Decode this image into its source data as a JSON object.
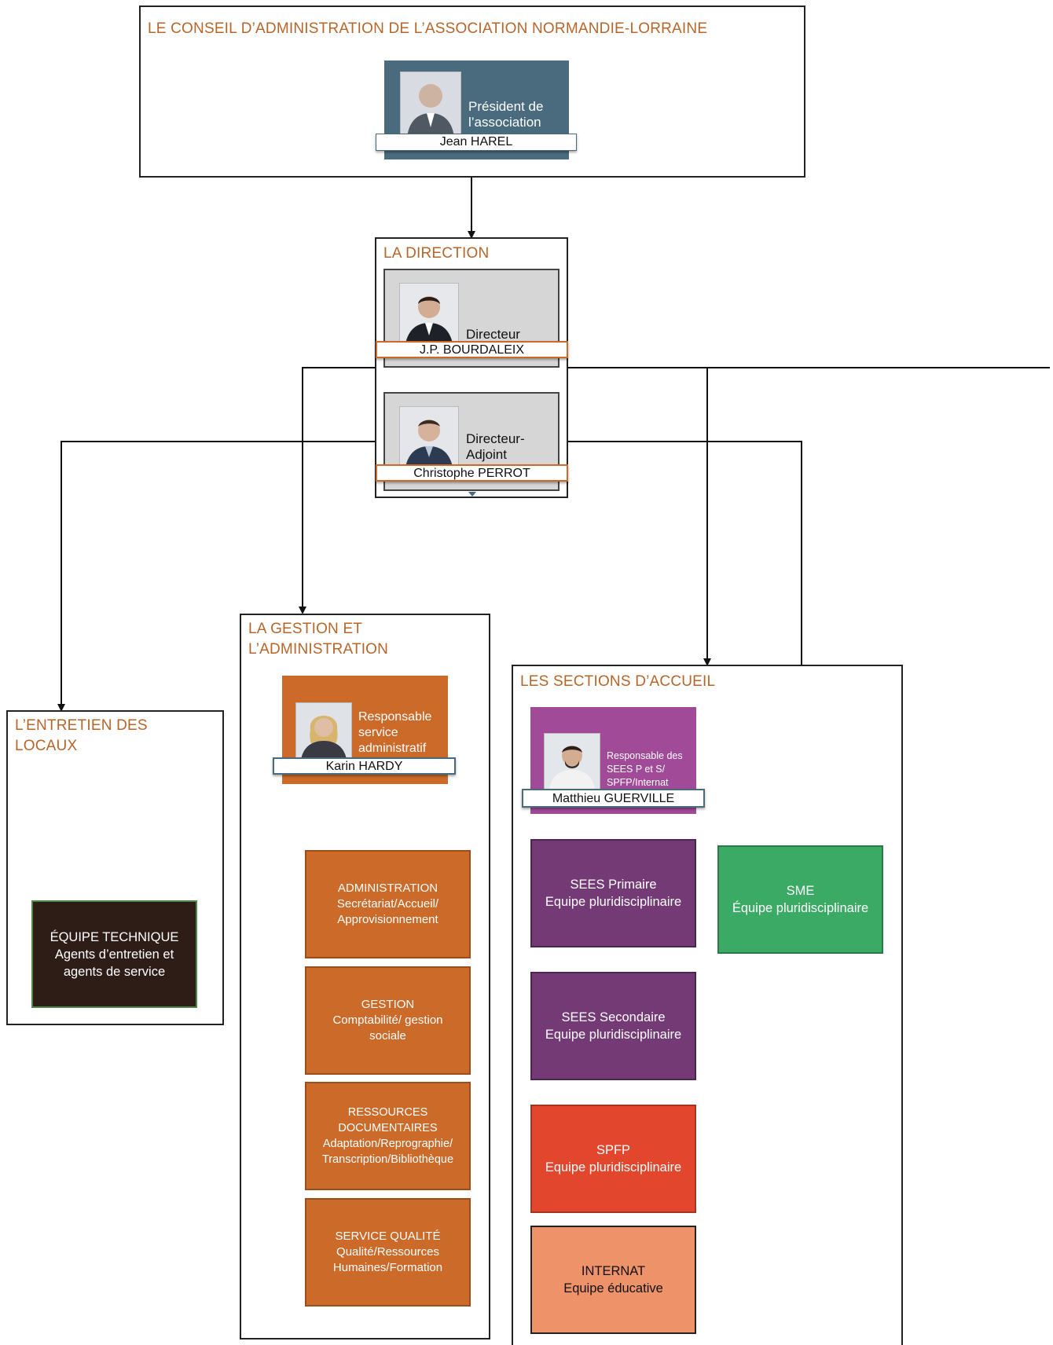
{
  "colors": {
    "section_title": "#b8652a",
    "steel_blue": "#4a6a7e",
    "grey_card": "#d6d6d6",
    "orange": "#cb6a29",
    "purple_card": "#a04a98",
    "purple_box": "#733a76",
    "red": "#e2462d",
    "salmon": "#ee926a",
    "green": "#3aaa64",
    "dark_brown": "#2e1c17"
  },
  "conseil": {
    "title": "LE CONSEIL D’ADMINISTRATION DE L’ASSOCIATION NORMANDIE-LORRAINE",
    "president": {
      "role_line1": "Président de",
      "role_line2": "l’association",
      "name": "Jean HAREL"
    }
  },
  "direction": {
    "title": "LA DIRECTION",
    "directeur": {
      "role": "Directeur",
      "name": "J.P. BOURDALEIX"
    },
    "adjoint": {
      "role_line1": "Directeur-",
      "role_line2": "Adjoint",
      "name": "Christophe PERROT"
    }
  },
  "gestion": {
    "title_line1": "LA GESTION ET",
    "title_line2": "L’ADMINISTRATION",
    "responsable": {
      "role_line1": "Responsable",
      "role_line2": "service",
      "role_line3": "administratif",
      "name": "Karin HARDY"
    },
    "boxes": [
      {
        "line1": "ADMINISTRATION",
        "line2": "Secrétariat/Accueil/",
        "line3": "Approvisionnement"
      },
      {
        "line1": "GESTION",
        "line2": "Comptabilité/ gestion",
        "line3": "sociale"
      },
      {
        "line1": "RESSOURCES",
        "line2": "DOCUMENTAIRES",
        "line3": "Adaptation/Reprographie/",
        "line4": "Transcription/Bibliothèque"
      },
      {
        "line1": "SERVICE QUALITÉ",
        "line2": "Qualité/Ressources",
        "line3": "Humaines/Formation"
      }
    ]
  },
  "entretien": {
    "title_line1": "L’ENTRETIEN DES",
    "title_line2": "LOCAUX",
    "box": {
      "line1": "ÉQUIPE TECHNIQUE",
      "line2": "Agents d’entretien et",
      "line3": "agents de service"
    }
  },
  "sections": {
    "title": "LES SECTIONS D’ACCUEIL",
    "responsable": {
      "role_line1": "Responsable des",
      "role_line2": "SEES P et S/",
      "role_line3": "SPFP/Internat",
      "name": "Matthieu GUERVILLE"
    },
    "boxes": [
      {
        "line1": "SEES Primaire",
        "line2": "Equipe pluridisciplinaire"
      },
      {
        "line1": "SEES Secondaire",
        "line2": "Equipe pluridisciplinaire"
      },
      {
        "line1": "SPFP",
        "line2": "Equipe pluridisciplinaire"
      },
      {
        "line1": "INTERNAT",
        "line2": "Equipe éducative"
      }
    ],
    "sme": {
      "line1": "SME",
      "line2": "Équipe pluridisciplinaire"
    }
  }
}
